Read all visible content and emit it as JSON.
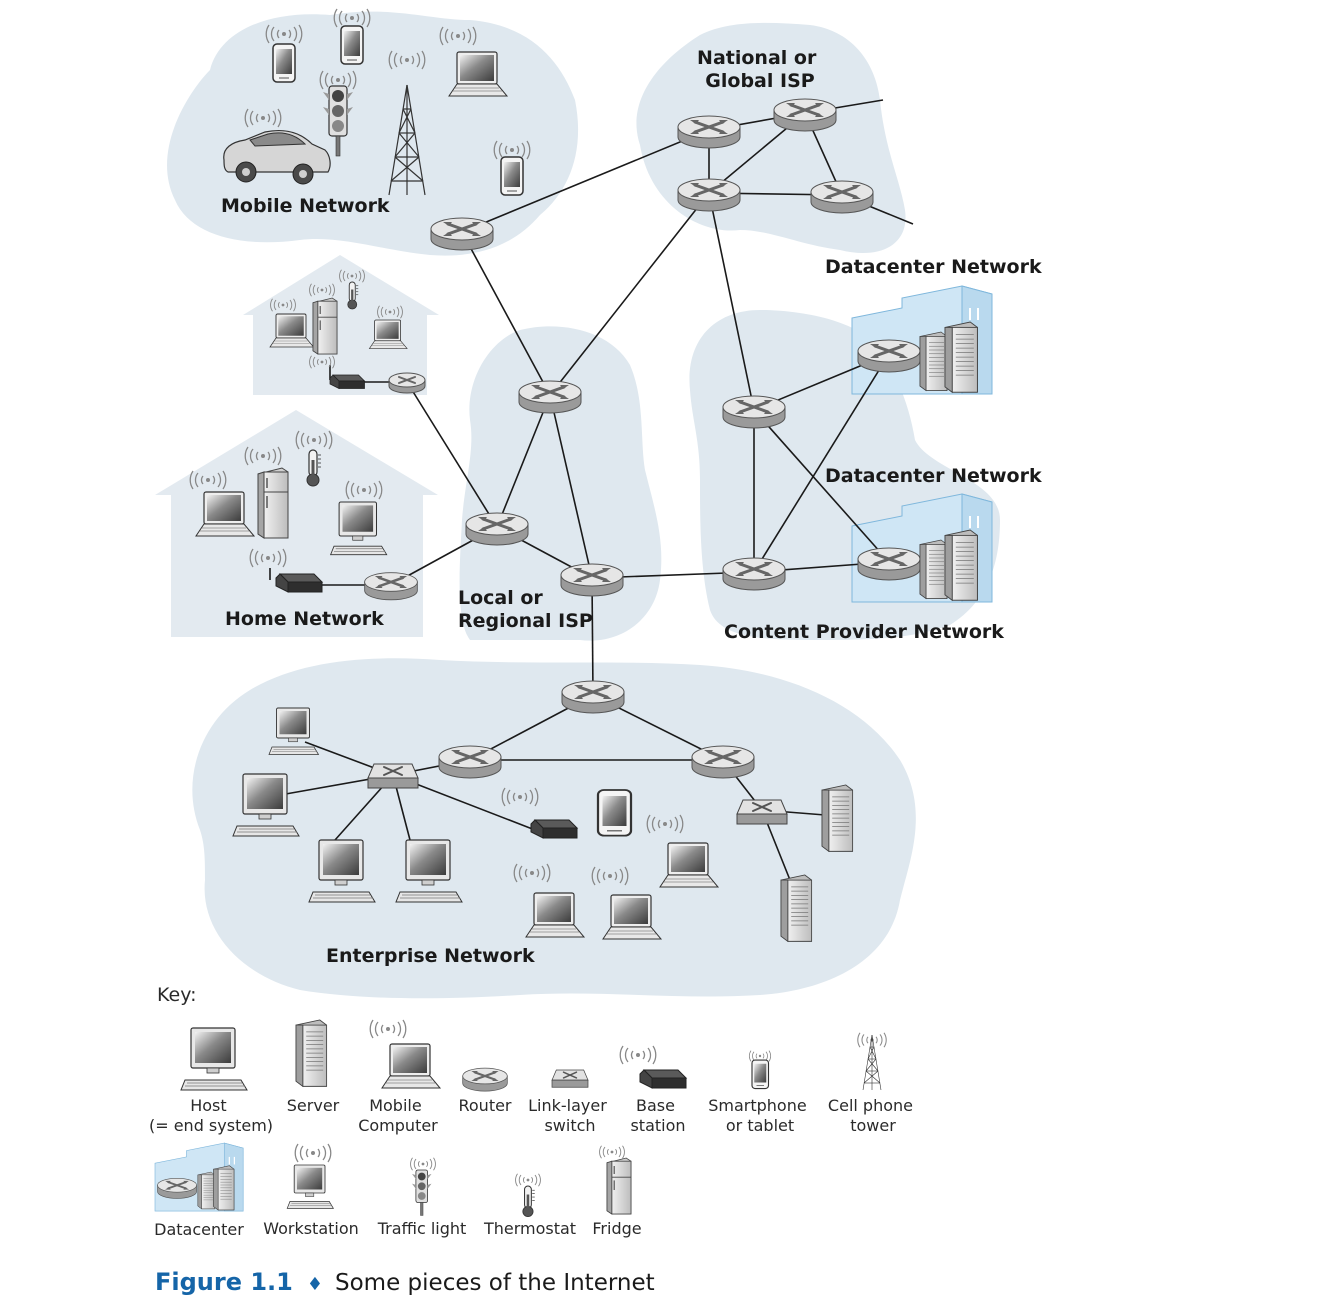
{
  "networks": {
    "mobile": "Mobile Network",
    "global_isp": [
      "National or",
      "Global ISP"
    ],
    "home_1": "Home Network",
    "regional_isp": [
      "Local or",
      "Regional ISP"
    ],
    "datacenter_1": "Datacenter Network",
    "datacenter_2": "Datacenter Network",
    "content_provider": "Content Provider Network",
    "enterprise": "Enterprise Network"
  },
  "key": {
    "title": "Key:",
    "items": [
      {
        "icon": "host-icon",
        "lines": [
          "Host",
          "(= end system)"
        ]
      },
      {
        "icon": "server-icon",
        "lines": [
          "Server"
        ]
      },
      {
        "icon": "mobile-computer-icon",
        "lines": [
          "Mobile",
          "Computer"
        ]
      },
      {
        "icon": "router-icon",
        "lines": [
          "Router"
        ]
      },
      {
        "icon": "link-layer-switch-icon",
        "lines": [
          "Link-layer",
          "switch"
        ]
      },
      {
        "icon": "base-station-icon",
        "lines": [
          "Base",
          "station"
        ]
      },
      {
        "icon": "smartphone-icon",
        "lines": [
          "Smartphone",
          "or tablet"
        ]
      },
      {
        "icon": "cell-tower-icon",
        "lines": [
          "Cell phone",
          "tower"
        ]
      },
      {
        "icon": "datacenter-icon",
        "lines": [
          "Datacenter"
        ]
      },
      {
        "icon": "workstation-icon",
        "lines": [
          "Workstation"
        ]
      },
      {
        "icon": "traffic-light-icon",
        "lines": [
          "Traffic light"
        ]
      },
      {
        "icon": "thermostat-icon",
        "lines": [
          "Thermostat"
        ]
      },
      {
        "icon": "fridge-icon",
        "lines": [
          "Fridge"
        ]
      }
    ]
  },
  "caption": {
    "figure": "Figure 1.1",
    "bullet": "♦",
    "text": "Some pieces of the Internet"
  },
  "colors": {
    "cloud": "#dfe8ef",
    "house": "#e3eaf0",
    "router_top": "#e4e4e4",
    "router_side": "#9a9a9a",
    "datacenter": "#cfe6f5",
    "caption_blue": "#1565a8"
  }
}
